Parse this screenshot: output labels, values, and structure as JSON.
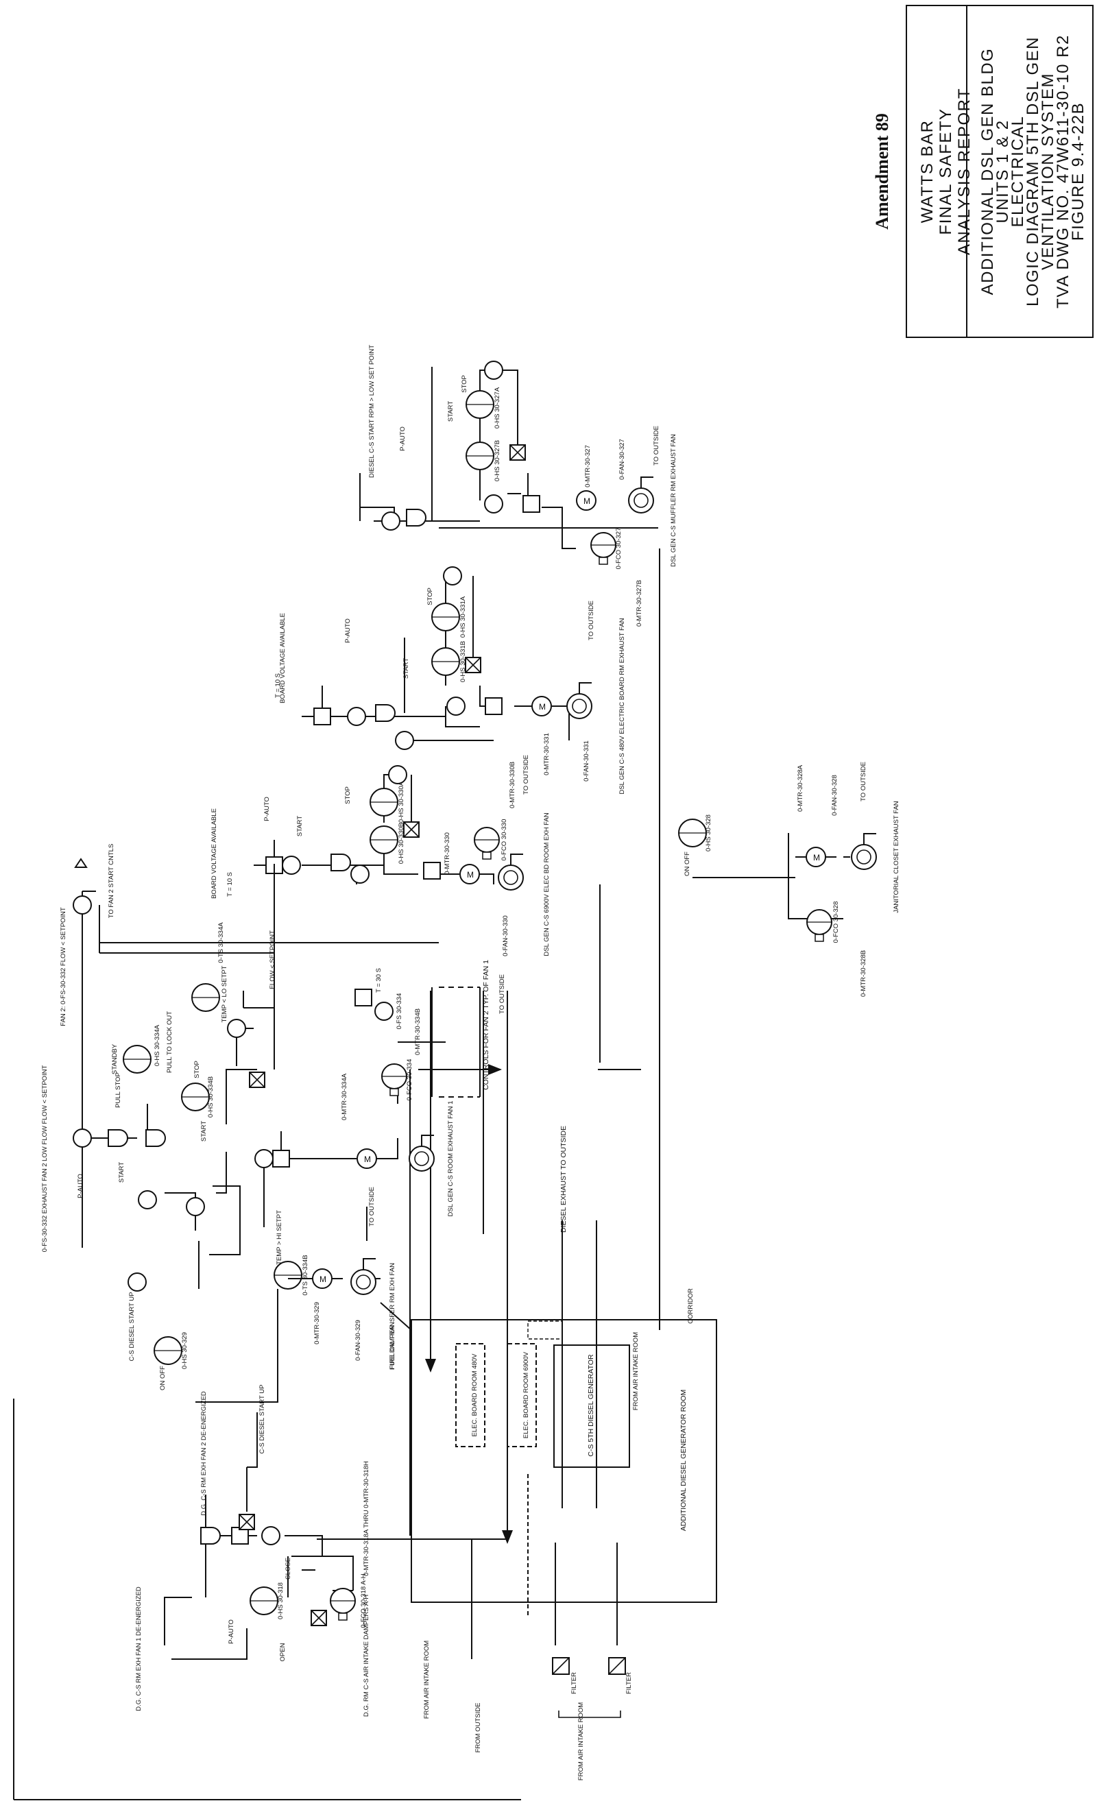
{
  "title_block": {
    "owner_lines": [
      "WATTS BAR",
      "FINAL SAFETY",
      "ANALYSIS REPORT"
    ],
    "drawing_lines": [
      "ADDITIONAL DSL GEN BLDG",
      "UNITS 1 & 2",
      "ELECTRICAL",
      "LOGIC DIAGRAM 5TH DSL GEN",
      "VENTILATION SYSTEM",
      "TVA DWG NO. 47W611-30-10 R2",
      "FIGURE 9.4-22B"
    ],
    "amendment": "Amendment 89"
  },
  "labels": {
    "muffler_fan": "DSL GEN C-S MUFFLER RM EXHAUST FAN",
    "muffler_fan_id": "0-FAN-30-327",
    "muffler_mtr": "0-MTR-30-327",
    "muffler_hs_a": "0-HS 30-327A",
    "muffler_hs_b": "0-HS 30-327B",
    "muffler_fco": "0-FCO 30-327",
    "muffler_damper": "0-MTR-30-327B",
    "muffler_to_outside": "TO OUTSIDE",
    "muffler_cond": "DIESEL C-S START RPM > LOW SET POINT",
    "elec480_fan": "DSL GEN C-S 480V ELECTRIC BOARD RM EXHAUST FAN",
    "elec480_fan_id": "0-FAN-30-331",
    "elec480_mtr": "0-MTR-30-331",
    "elec480_hs_a": "0-HS 30-331A",
    "elec480_hs_b": "0-HS 30-331B",
    "elec480_to_outside": "TO OUTSIDE",
    "board_voltage_1": "BOARD VOLTAGE AVAILABLE",
    "t10_1": "T = 10 S",
    "elec6900_fan": "DSL GEN C-S 6900V ELEC BD ROOM EXH FAN",
    "elec6900_fan_id": "0-FAN-30-330",
    "elec6900_mtr": "0-MTR-30-330",
    "elec6900_hs_a": "0-HS 30-330A",
    "elec6900_hs_b": "0-HS 30-330B",
    "elec6900_fco": "0-FCO 30-330",
    "elec6900_damper": "0-MTR-30-330B",
    "elec6900_to_outside": "TO OUTSIDE",
    "board_voltage_2": "BOARD VOLTAGE AVAILABLE",
    "t10_2": "T = 10 S",
    "jan_fan": "JANITORIAL CLOSET EXHAUST FAN",
    "jan_fan_id": "0-FAN-30-328",
    "jan_mtr": "0-MTR-30-328A",
    "jan_hs": "0-HS 30-328",
    "jan_fco": "0-FCO 30-328",
    "jan_damper": "0-MTR-30-328B",
    "jan_to_outside": "TO OUTSIDE",
    "on_off_1": "ON OFF",
    "dg_room_fan": "DSL GEN C-S ROOM EXHAUST FAN 1",
    "dg_room_mtr": "0-MTR-30-334A",
    "dg_room_hs_a": "0-HS 30-334A",
    "dg_room_hs_b": "0-HS 30-334B",
    "dg_room_fco": "0-FCO 30-334",
    "dg_room_damper": "0-MTR-30-334B",
    "dg_room_fs": "0-FS 30-334",
    "t30": "T = 30 S",
    "temp_lo": "TEMP < LO SETPT",
    "temp_hi": "TEMP > HI SETPT",
    "ts_a": "0-TS 30-334A",
    "ts_b": "0-TS 30-334B",
    "controls_fan2": "CONTROLS FOR FAN 2 TYP. OF FAN 1",
    "to_outside_main": "TO OUTSIDE",
    "standby": "STANDBY",
    "pull_stop": "PULL STOP",
    "pull_lock": "PULL TO LOCK OUT",
    "start": "START",
    "stop": "STOP",
    "p_auto": "P-AUTO",
    "exhaust_low_flow": "0-FS-30-332 EXHAUST FAN 2 LOW FLOW FLOW < SETPOINT",
    "fan2_flow": "FAN 2: 0-FS-30-332 FLOW < SETPOINT",
    "to_fan2": "TO FAN 2 START CNTLS",
    "flow_setpoint": "FLOW < SETPOINT",
    "cs_diesel_start": "C-S DIESEL START UP",
    "fuel_oil_fan": "FUEL OIL TRANSFER RM EXH FAN",
    "fuel_oil_fan_id": "0-FAN-30-329",
    "fuel_oil_mtr": "0-MTR-30-329",
    "fuel_oil_hs": "0-HS 30-329",
    "fuel_oil_to_outside": "TO OUTSIDE",
    "fire_damper": "FIRE DAMPER",
    "on_off_2": "ON OFF",
    "diesel_exhaust": "DIESEL EXHAUST TO OUTSIDE",
    "corridor": "CORRIDOR",
    "from_air_intake_1": "FROM AIR INTAKE ROOM",
    "additional_dg_room": "ADDITIONAL DIESEL GENERATOR ROOM",
    "elec_board_480": "ELEC. BOARD ROOM 480V",
    "elec_board_6900": "ELEC. BOARD ROOM 6900V",
    "cs_generator": "C-S 5TH DIESEL GENERATOR",
    "filter_1": "FILTER",
    "filter_2": "FILTER",
    "from_air_intake_2": "FROM AIR INTAKE ROOM",
    "from_outside": "FROM OUTSIDE",
    "from_air_intake_3": "FROM AIR INTAKE ROOM",
    "intake_dampers": "D.G. RM C-S AIR INTAKE DAMPERS A-H",
    "intake_fco": "0-FCO 30-318 A-H",
    "intake_mtr": "0-MTR-30-318A THRU 0-MTR-30-318H",
    "intake_hs": "0-HS 30-318",
    "open": "OPEN",
    "close": "CLOSE",
    "dg_fan1_deenergized": "D.G. C-S RM EXH FAN 1 DE-ENERGIZED",
    "dg_fan2_deenergized": "D.G. C-S RM EXH FAN 2 DE-ENERGIZED",
    "cs_diesel_start_2": "C-S DIESEL START UP"
  }
}
